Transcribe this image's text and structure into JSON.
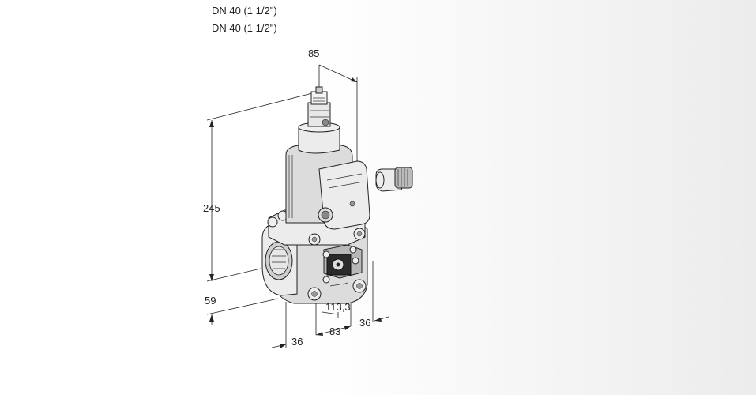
{
  "header": {
    "line1": "DN 40 (1 1/2\")",
    "line2": "DN 40 (1 1/2\")"
  },
  "dimensions": {
    "top_width": "85",
    "height": "245",
    "bottom_height": "59",
    "left_offset": "36",
    "mid_offset": "83",
    "port_offset": "113,3",
    "right_offset": "36"
  }
}
